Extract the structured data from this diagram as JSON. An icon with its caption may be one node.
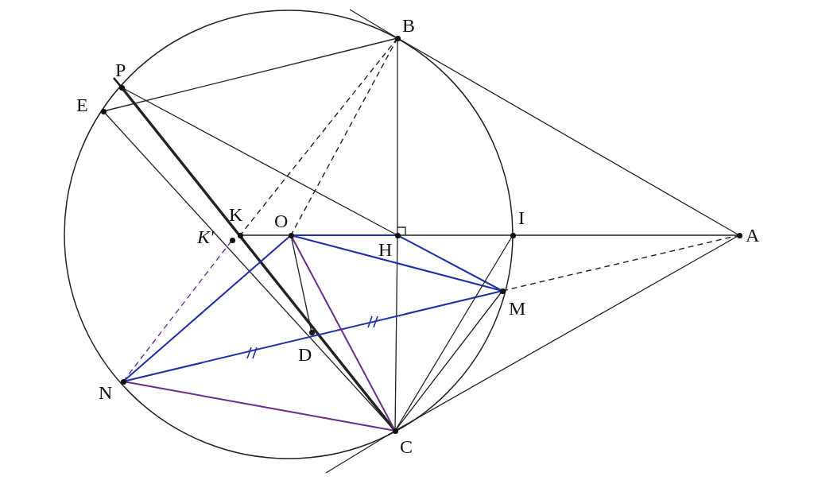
{
  "diagram": {
    "nodes": [
      {
        "text": [
          "B"
        ]
      },
      {
        "text": [
          "P"
        ]
      },
      {
        "text": [
          "E"
        ]
      },
      {
        "text": [
          "K"
        ]
      },
      {
        "text": [
          "K′"
        ]
      },
      {
        "text": [
          "O"
        ]
      },
      {
        "text": [
          "H"
        ]
      },
      {
        "text": [
          "I"
        ]
      },
      {
        "text": [
          "A"
        ]
      },
      {
        "text": [
          "M"
        ]
      },
      {
        "text": [
          "D"
        ]
      },
      {
        "text": [
          "N"
        ]
      },
      {
        "text": [
          "C"
        ]
      }
    ],
    "edges": [
      {
        "from": 0,
        "to": 8,
        "arrow": "none"
      },
      {
        "from": 0,
        "to": 2,
        "arrow": "none"
      },
      {
        "from": 1,
        "to": 6,
        "arrow": "none"
      },
      {
        "from": 0,
        "to": 3,
        "arrow": "none",
        "style": "dashed"
      },
      {
        "from": 0,
        "to": 5,
        "arrow": "none",
        "style": "dashed"
      },
      {
        "from": 0,
        "to": 6,
        "arrow": "none"
      },
      {
        "from": 6,
        "to": 12,
        "arrow": "none"
      },
      {
        "from": 2,
        "to": 12,
        "arrow": "none"
      },
      {
        "from": 1,
        "to": 12,
        "arrow": "none",
        "style": "thick"
      },
      {
        "from": 3,
        "to": 5,
        "arrow": "none"
      },
      {
        "from": 5,
        "to": 6,
        "arrow": "none",
        "color": "#1f2fa8"
      },
      {
        "from": 6,
        "to": 7,
        "arrow": "none"
      },
      {
        "from": 7,
        "to": 8,
        "arrow": "none"
      },
      {
        "from": 6,
        "to": 9,
        "arrow": "none",
        "color": "#1f2fa8"
      },
      {
        "from": 5,
        "to": 9,
        "arrow": "none",
        "color": "#1f2fa8"
      },
      {
        "from": 5,
        "to": 11,
        "arrow": "none",
        "color": "#1f2fa8"
      },
      {
        "from": 11,
        "to": 9,
        "arrow": "none",
        "color": "#1f2fa8"
      },
      {
        "from": 5,
        "to": 12,
        "arrow": "none",
        "color": "#6a2c8c"
      },
      {
        "from": 11,
        "to": 12,
        "arrow": "none",
        "color": "#6a2c8c"
      },
      {
        "from": 11,
        "to": 4,
        "arrow": "none",
        "style": "dashed",
        "color": "#6a2c8c"
      },
      {
        "from": 5,
        "to": 10,
        "arrow": "none"
      },
      {
        "from": 12,
        "to": 7,
        "arrow": "none"
      },
      {
        "from": 12,
        "to": 9,
        "arrow": "none"
      },
      {
        "from": 12,
        "to": 8,
        "arrow": "none"
      },
      {
        "from": 9,
        "to": 8,
        "arrow": "none",
        "style": "dashed"
      }
    ]
  }
}
